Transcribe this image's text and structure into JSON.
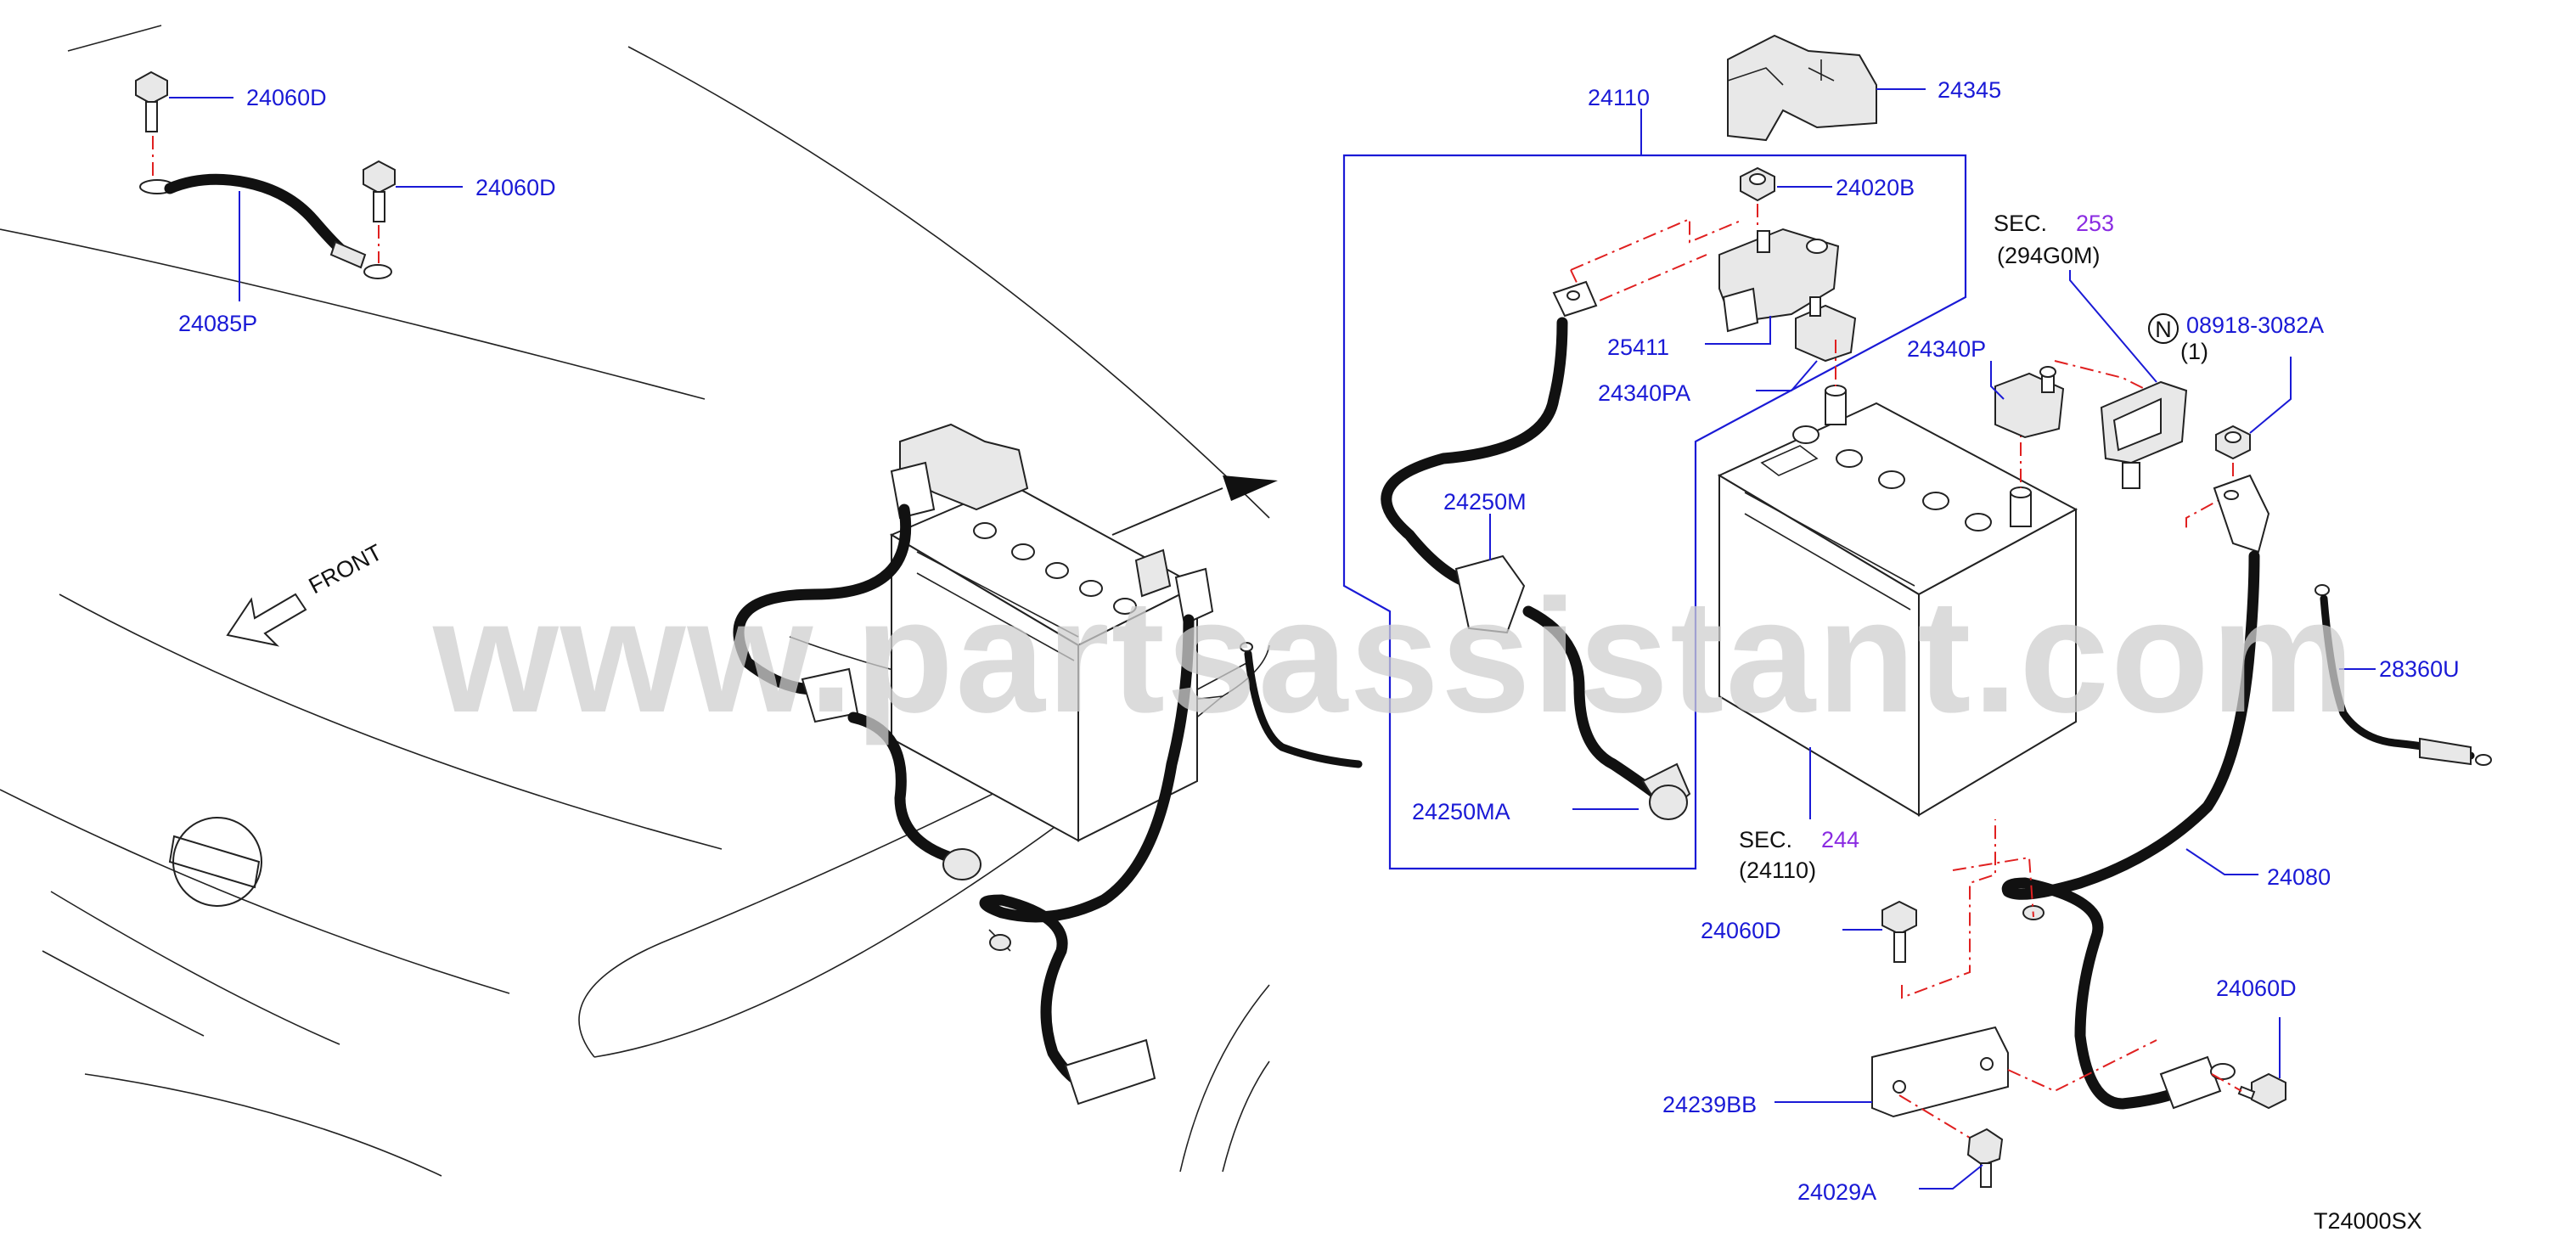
{
  "watermark": "www.partsassistant.com",
  "drawing_id": "T24000SX",
  "front_label": "FRONT",
  "colors": {
    "part_number": "#1a1ad6",
    "section_number": "#8a2be2",
    "phantom_line": "#e02020",
    "line": "#222222"
  },
  "part_numbers": {
    "p24060D_a": "24060D",
    "p24060D_b": "24060D",
    "p24085P": "24085P",
    "p24110": "24110",
    "p24345": "24345",
    "p24020B": "24020B",
    "p25411": "25411",
    "p24340PA": "24340PA",
    "p24250M": "24250M",
    "p24250MA": "24250MA",
    "p24340P": "24340P",
    "p08918": "08918-3082A",
    "p08918_qty": "(1)",
    "p28360U": "28360U",
    "p24080": "24080",
    "p24060D_c": "24060D",
    "p24060D_d": "24060D",
    "p24239BB": "24239BB",
    "p24029A": "24029A"
  },
  "sections": {
    "sec253_label": "SEC.",
    "sec253_num": "253",
    "sec253_sub": "(294G0M)",
    "sec244_label": "SEC.",
    "sec244_num": "244",
    "sec244_sub": "(24110)"
  },
  "n_symbol": "N"
}
